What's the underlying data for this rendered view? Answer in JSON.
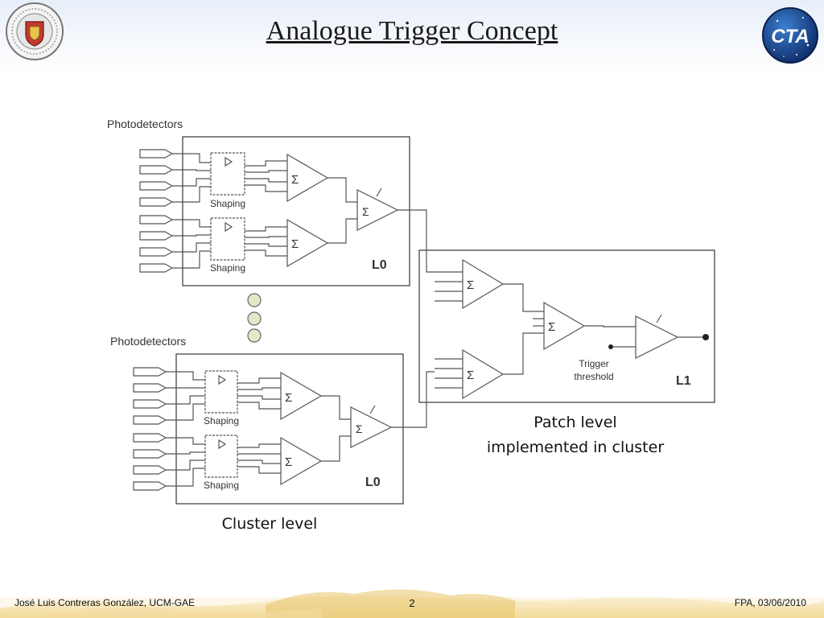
{
  "slide": {
    "title": "Analogue Trigger Concept"
  },
  "diagram": {
    "photodetectors_label_top": "Photodetectors",
    "photodetectors_label_bottom": "Photodetectors",
    "shaping_label": "Shaping",
    "sigma_symbol": "Σ",
    "l0_label": "L0",
    "l1_label": "L1",
    "trigger_label_line1": "Trigger",
    "trigger_label_line2": "threshold"
  },
  "captions": {
    "patch_line1": "Patch level",
    "patch_line2": "implemented in cluster",
    "cluster": "Cluster level"
  },
  "footer": {
    "author": "José Luis Contreras González, UCM-GAE",
    "page": "2",
    "date": "FPA, 03/06/2010"
  },
  "logos": {
    "left": "university-seal",
    "right_text": "CTA"
  },
  "colors": {
    "line": "#444444",
    "circle_fill": "#e4e8c8"
  }
}
